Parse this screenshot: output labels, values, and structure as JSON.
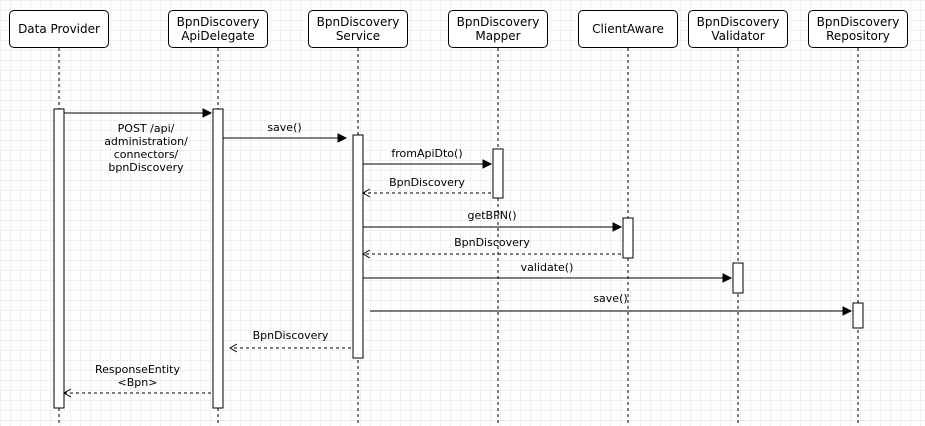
{
  "participants": [
    {
      "id": "dp",
      "lines": [
        "Data Provider"
      ]
    },
    {
      "id": "api",
      "lines": [
        "BpnDiscovery",
        "ApiDelegate"
      ]
    },
    {
      "id": "svc",
      "lines": [
        "BpnDiscovery",
        "Service"
      ]
    },
    {
      "id": "map",
      "lines": [
        "BpnDiscovery",
        "Mapper"
      ]
    },
    {
      "id": "ca",
      "lines": [
        "ClientAware"
      ]
    },
    {
      "id": "val",
      "lines": [
        "BpnDiscovery",
        "Validator"
      ]
    },
    {
      "id": "repo",
      "lines": [
        "BpnDiscovery",
        "Repository"
      ]
    }
  ],
  "messages": [
    {
      "from": "dp",
      "to": "api",
      "type": "sync",
      "lines": [
        "POST /api/",
        "administration/",
        "connectors/",
        "bpnDiscovery"
      ]
    },
    {
      "from": "api",
      "to": "svc",
      "type": "sync",
      "lines": [
        "save()"
      ]
    },
    {
      "from": "svc",
      "to": "map",
      "type": "sync",
      "lines": [
        "fromApiDto()"
      ]
    },
    {
      "from": "map",
      "to": "svc",
      "type": "return",
      "lines": [
        "BpnDiscovery"
      ]
    },
    {
      "from": "svc",
      "to": "ca",
      "type": "sync",
      "lines": [
        "getBPN()"
      ]
    },
    {
      "from": "ca",
      "to": "svc",
      "type": "return",
      "lines": [
        "BpnDiscovery"
      ]
    },
    {
      "from": "svc",
      "to": "val",
      "type": "sync",
      "lines": [
        "validate()"
      ]
    },
    {
      "from": "svc",
      "to": "repo",
      "type": "sync",
      "lines": [
        "save()"
      ]
    },
    {
      "from": "svc",
      "to": "api",
      "type": "return",
      "lines": [
        "BpnDiscovery"
      ]
    },
    {
      "from": "api",
      "to": "dp",
      "type": "return",
      "lines": [
        "ResponseEntity",
        "<Bpn>"
      ]
    }
  ]
}
